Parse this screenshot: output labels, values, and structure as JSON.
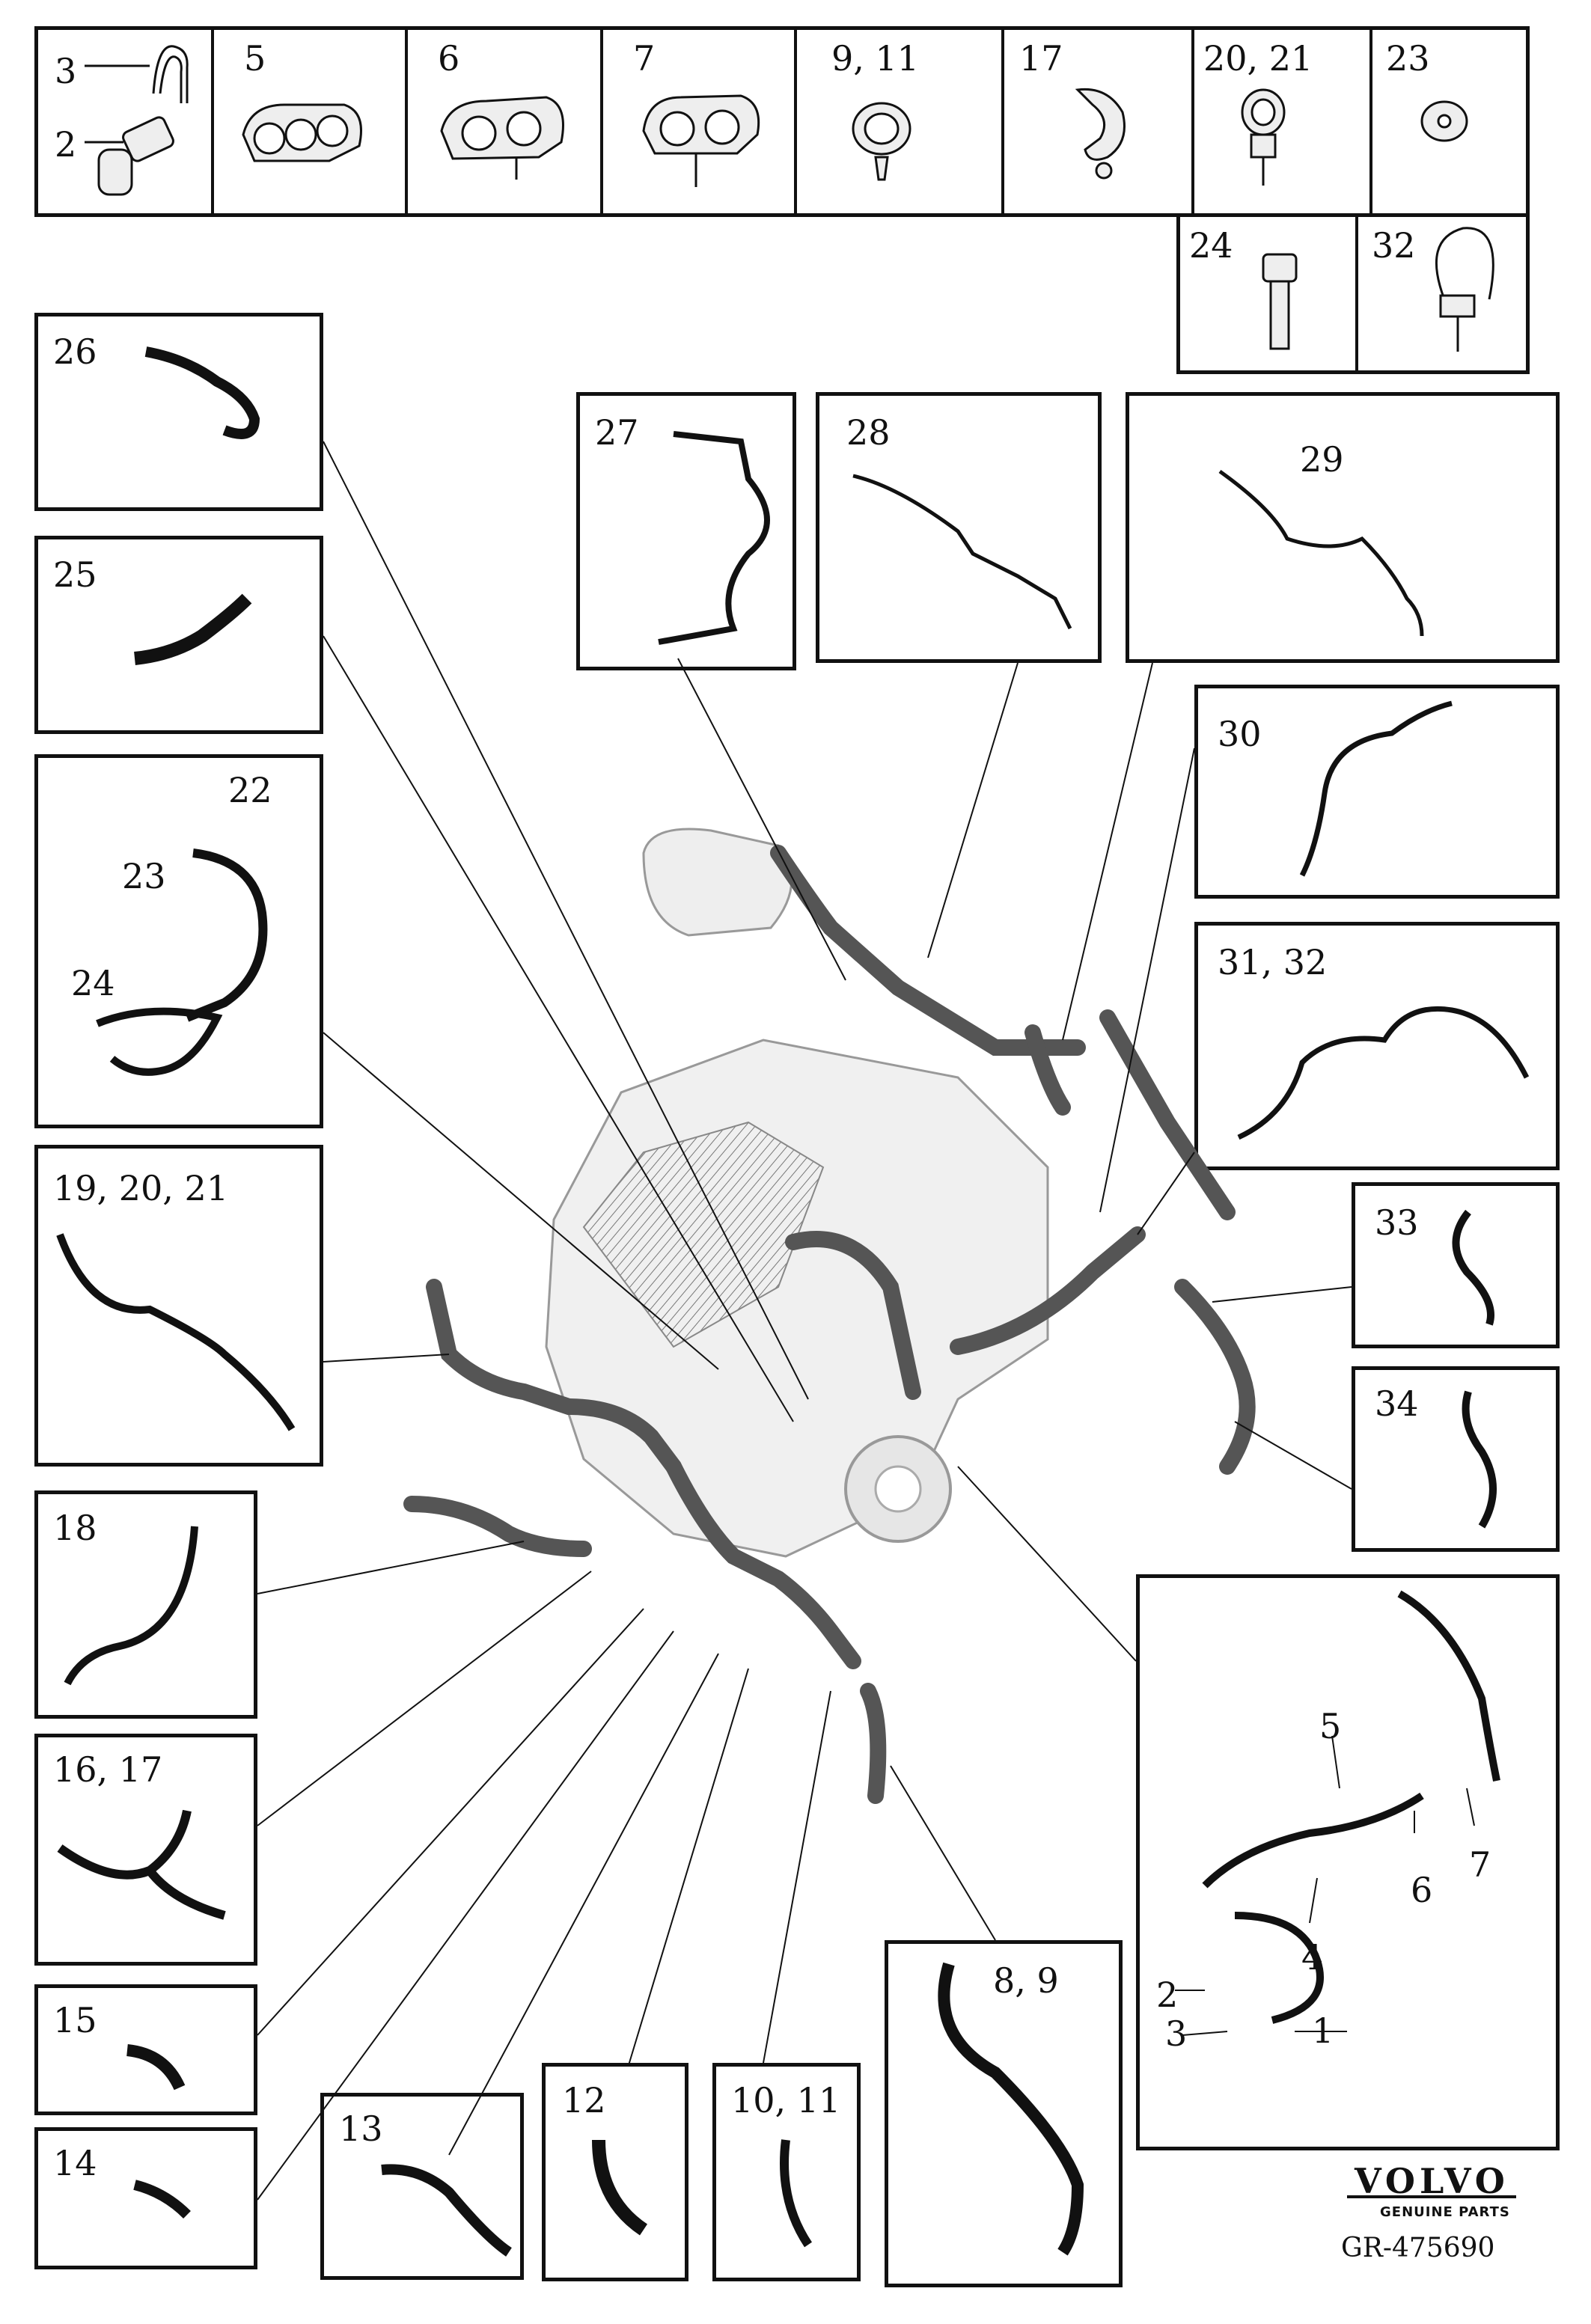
{
  "parts_strip": {
    "cells": [
      "5",
      "6",
      "7",
      "9, 11",
      "17",
      "20, 21",
      "23"
    ],
    "first_cell_labels": [
      "3",
      "2"
    ],
    "lower_cells": [
      "24",
      "32"
    ]
  },
  "callouts": {
    "p26": "26",
    "p25": "25",
    "p22": "22",
    "p23": "23",
    "p24": "24",
    "p19": "19, 20, 21",
    "p18": "18",
    "p16": "16, 17",
    "p15": "15",
    "p14": "14",
    "p13": "13",
    "p12": "12",
    "p10": "10, 11",
    "p8": "8, 9",
    "p27": "27",
    "p28": "28",
    "p29": "29",
    "p30": "30",
    "p31": "31, 32",
    "p33": "33",
    "p34": "34",
    "assembly": {
      "l5": "5",
      "l6": "6",
      "l7": "7",
      "l4": "4",
      "l2": "2",
      "l3": "3",
      "l1": "1"
    }
  },
  "brand": {
    "name": "VOLVO",
    "tagline": "GENUINE PARTS",
    "ref_code": "GR-475690"
  }
}
